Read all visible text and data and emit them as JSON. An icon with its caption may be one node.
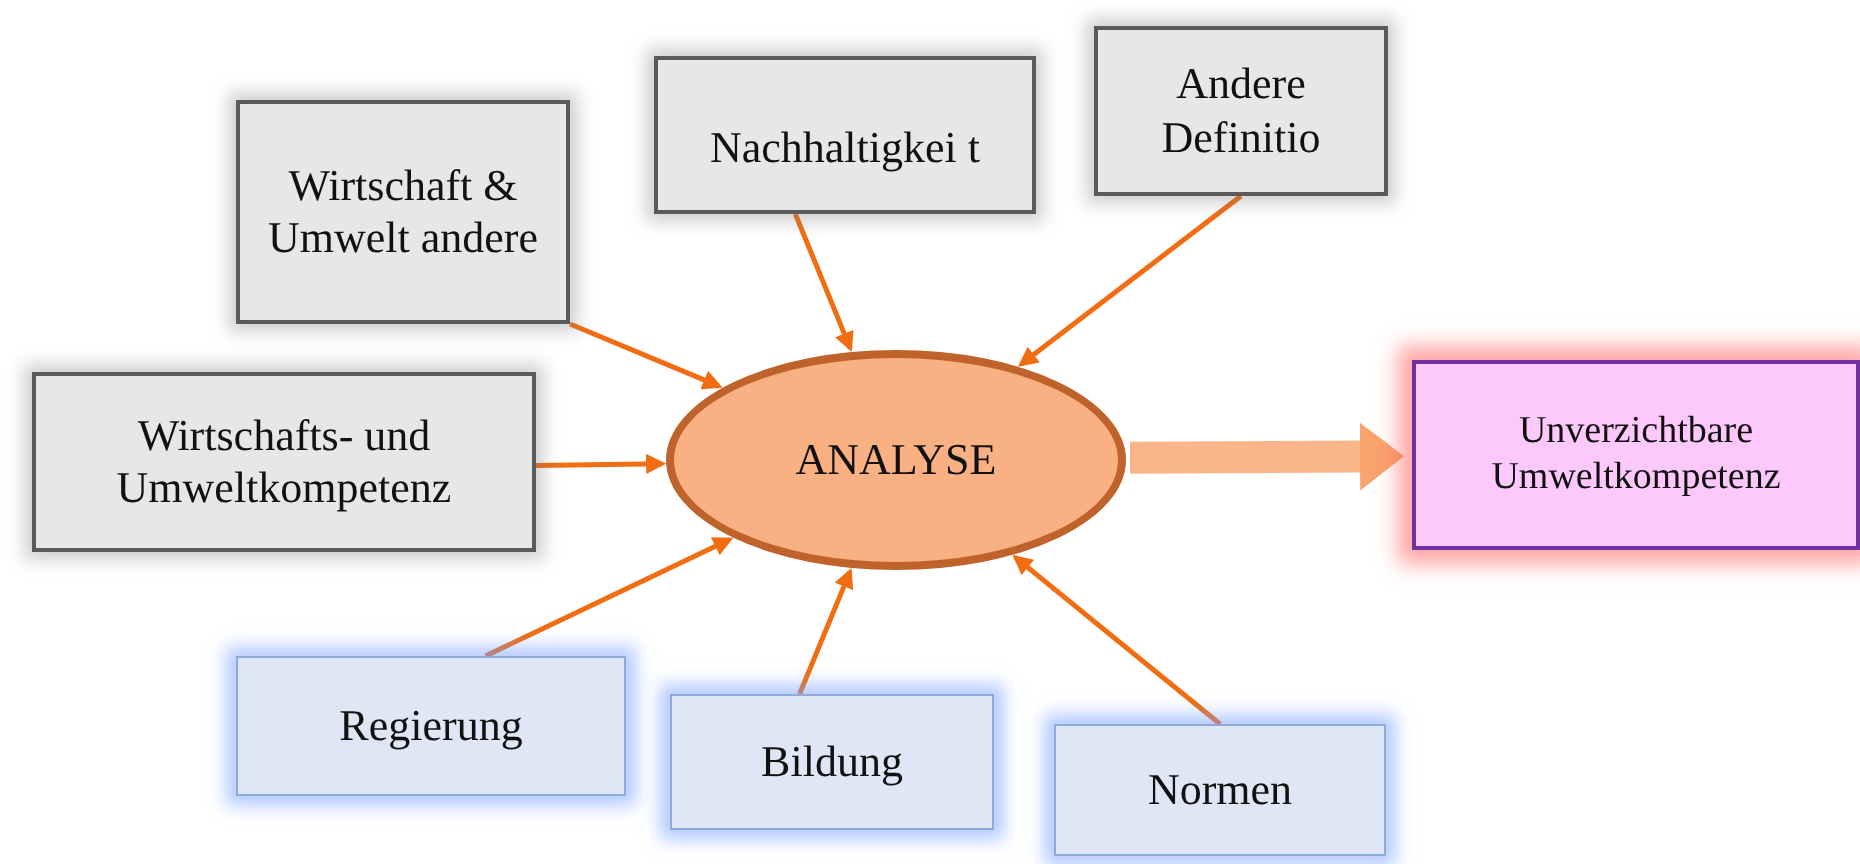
{
  "diagram": {
    "nodes": [
      {
        "text": [
          "Wirtschaft & Umwelt andere"
        ]
      },
      {
        "text": [
          "Nachhaltigkei t"
        ]
      },
      {
        "text": [
          "Andere Definitio"
        ]
      },
      {
        "text": [
          "Wirtschafts- und Umweltkompetenz"
        ]
      },
      {
        "text": [
          "ANALYSE"
        ]
      },
      {
        "text": [
          "Unverzichtbare Umweltkompetenz"
        ]
      },
      {
        "text": [
          "Regierung"
        ]
      },
      {
        "text": [
          "Bildung"
        ]
      },
      {
        "text": [
          "Normen"
        ]
      }
    ],
    "edges": [
      {
        "from": 0,
        "to": 4,
        "arrow": "to"
      },
      {
        "from": 1,
        "to": 4,
        "arrow": "to"
      },
      {
        "from": 2,
        "to": 4,
        "arrow": "to"
      },
      {
        "from": 3,
        "to": 4,
        "arrow": "to"
      },
      {
        "from": 6,
        "to": 4,
        "arrow": "to"
      },
      {
        "from": 7,
        "to": 4,
        "arrow": "to"
      },
      {
        "from": 8,
        "to": 4,
        "arrow": "to"
      },
      {
        "from": 4,
        "to": 5,
        "arrow": "to",
        "style": "thick",
        "color": "#fbb58a"
      }
    ]
  }
}
